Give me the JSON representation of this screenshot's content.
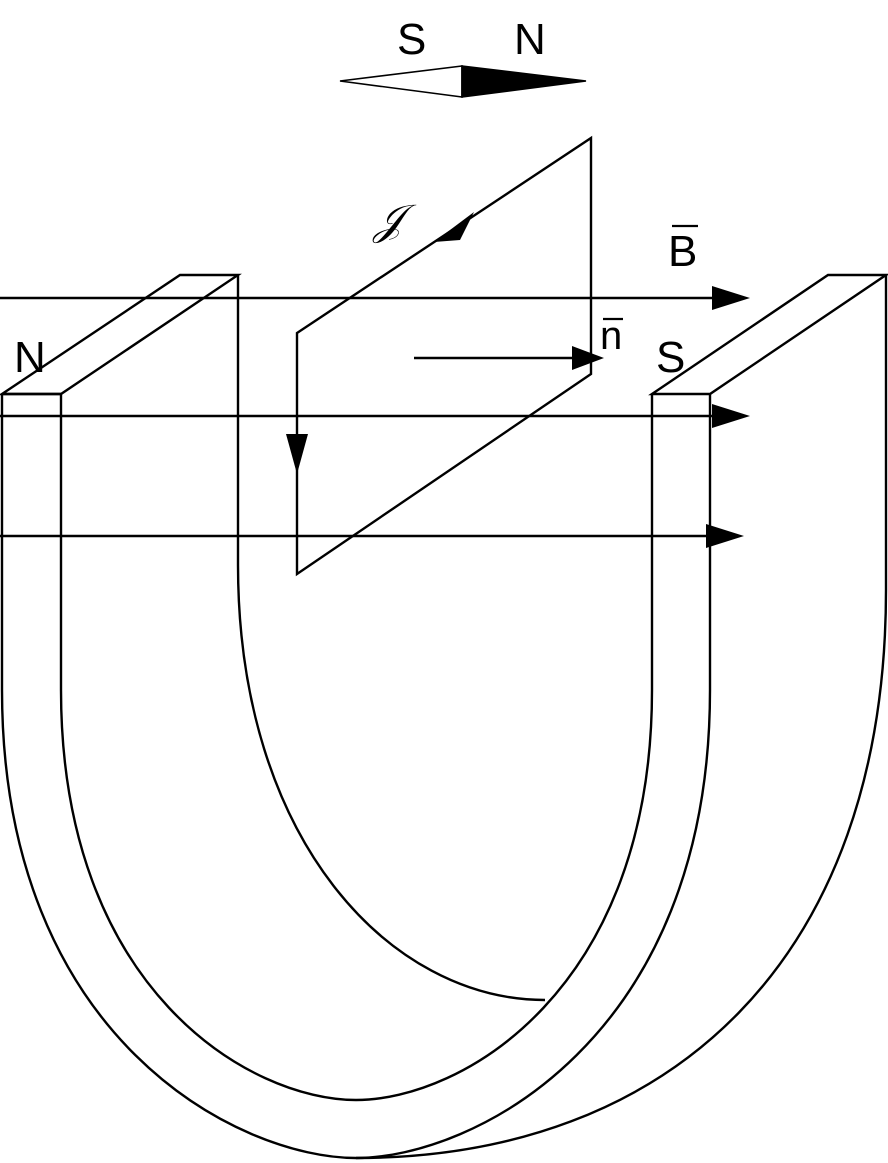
{
  "compass": {
    "south_label": "S",
    "north_label": "N"
  },
  "magnet": {
    "north_pole_label": "N",
    "south_pole_label": "S"
  },
  "field": {
    "label": "B"
  },
  "loop": {
    "current_label": "𝒥",
    "normal_label": "n"
  },
  "colors": {
    "stroke": "#000000",
    "background": "#ffffff"
  }
}
